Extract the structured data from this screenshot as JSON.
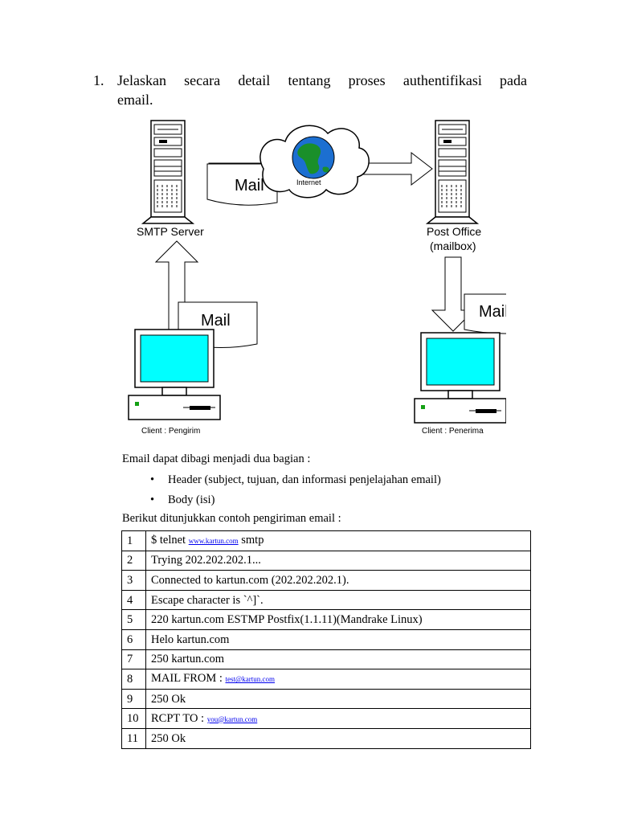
{
  "question": {
    "number": "1.",
    "line1": "Jelaskan secara detail tentang proses authentifikasi pada",
    "line2": "email."
  },
  "diagram": {
    "smtp_server": "SMTP Server",
    "post_office_line1": "Post Office",
    "post_office_line2": "(mailbox)",
    "internet": "Internet",
    "mail_top": "Mail",
    "mail_left": "Mail",
    "mail_right": "Mail",
    "client_sender": "Client : Pengirim",
    "client_receiver": "Client : Penerima",
    "colors": {
      "screen": "#00ffff",
      "cloud_border": "#000000",
      "globe_land": "#1a8f2a",
      "globe_sea": "#1c6fd1"
    }
  },
  "body": {
    "intro": "Email dapat dibagi menjadi dua bagian :",
    "bullets": [
      "Header (subject, tujuan, dan informasi penjelajahan email)",
      "Body (isi)"
    ],
    "example_intro": "Berikut ditunjukkan contoh pengiriman email :"
  },
  "table": {
    "rows": [
      {
        "n": "1",
        "pre": "$ telnet ",
        "link": "www.kartun.com",
        "post": " smtp"
      },
      {
        "n": "2",
        "pre": "Trying 202.202.202.1...",
        "link": "",
        "post": ""
      },
      {
        "n": "3",
        "pre": "Connected to kartun.com (202.202.202.1).",
        "link": "",
        "post": ""
      },
      {
        "n": "4",
        "pre": "Escape character is `^]`.",
        "link": "",
        "post": ""
      },
      {
        "n": "5",
        "pre": "220 kartun.com ESTMP Postfix(1.1.11)(Mandrake Linux)",
        "link": "",
        "post": ""
      },
      {
        "n": "6",
        "pre": "Helo kartun.com",
        "link": "",
        "post": ""
      },
      {
        "n": "7",
        "pre": "250 kartun.com",
        "link": "",
        "post": ""
      },
      {
        "n": "8",
        "pre": "MAIL FROM : ",
        "link": "test@kartun.com",
        "post": ""
      },
      {
        "n": "9",
        "pre": "250 Ok",
        "link": "",
        "post": ""
      },
      {
        "n": "10",
        "pre": "RCPT TO : ",
        "link": "you@kartun.com",
        "post": ""
      },
      {
        "n": "11",
        "pre": "250 Ok",
        "link": "",
        "post": ""
      }
    ]
  }
}
